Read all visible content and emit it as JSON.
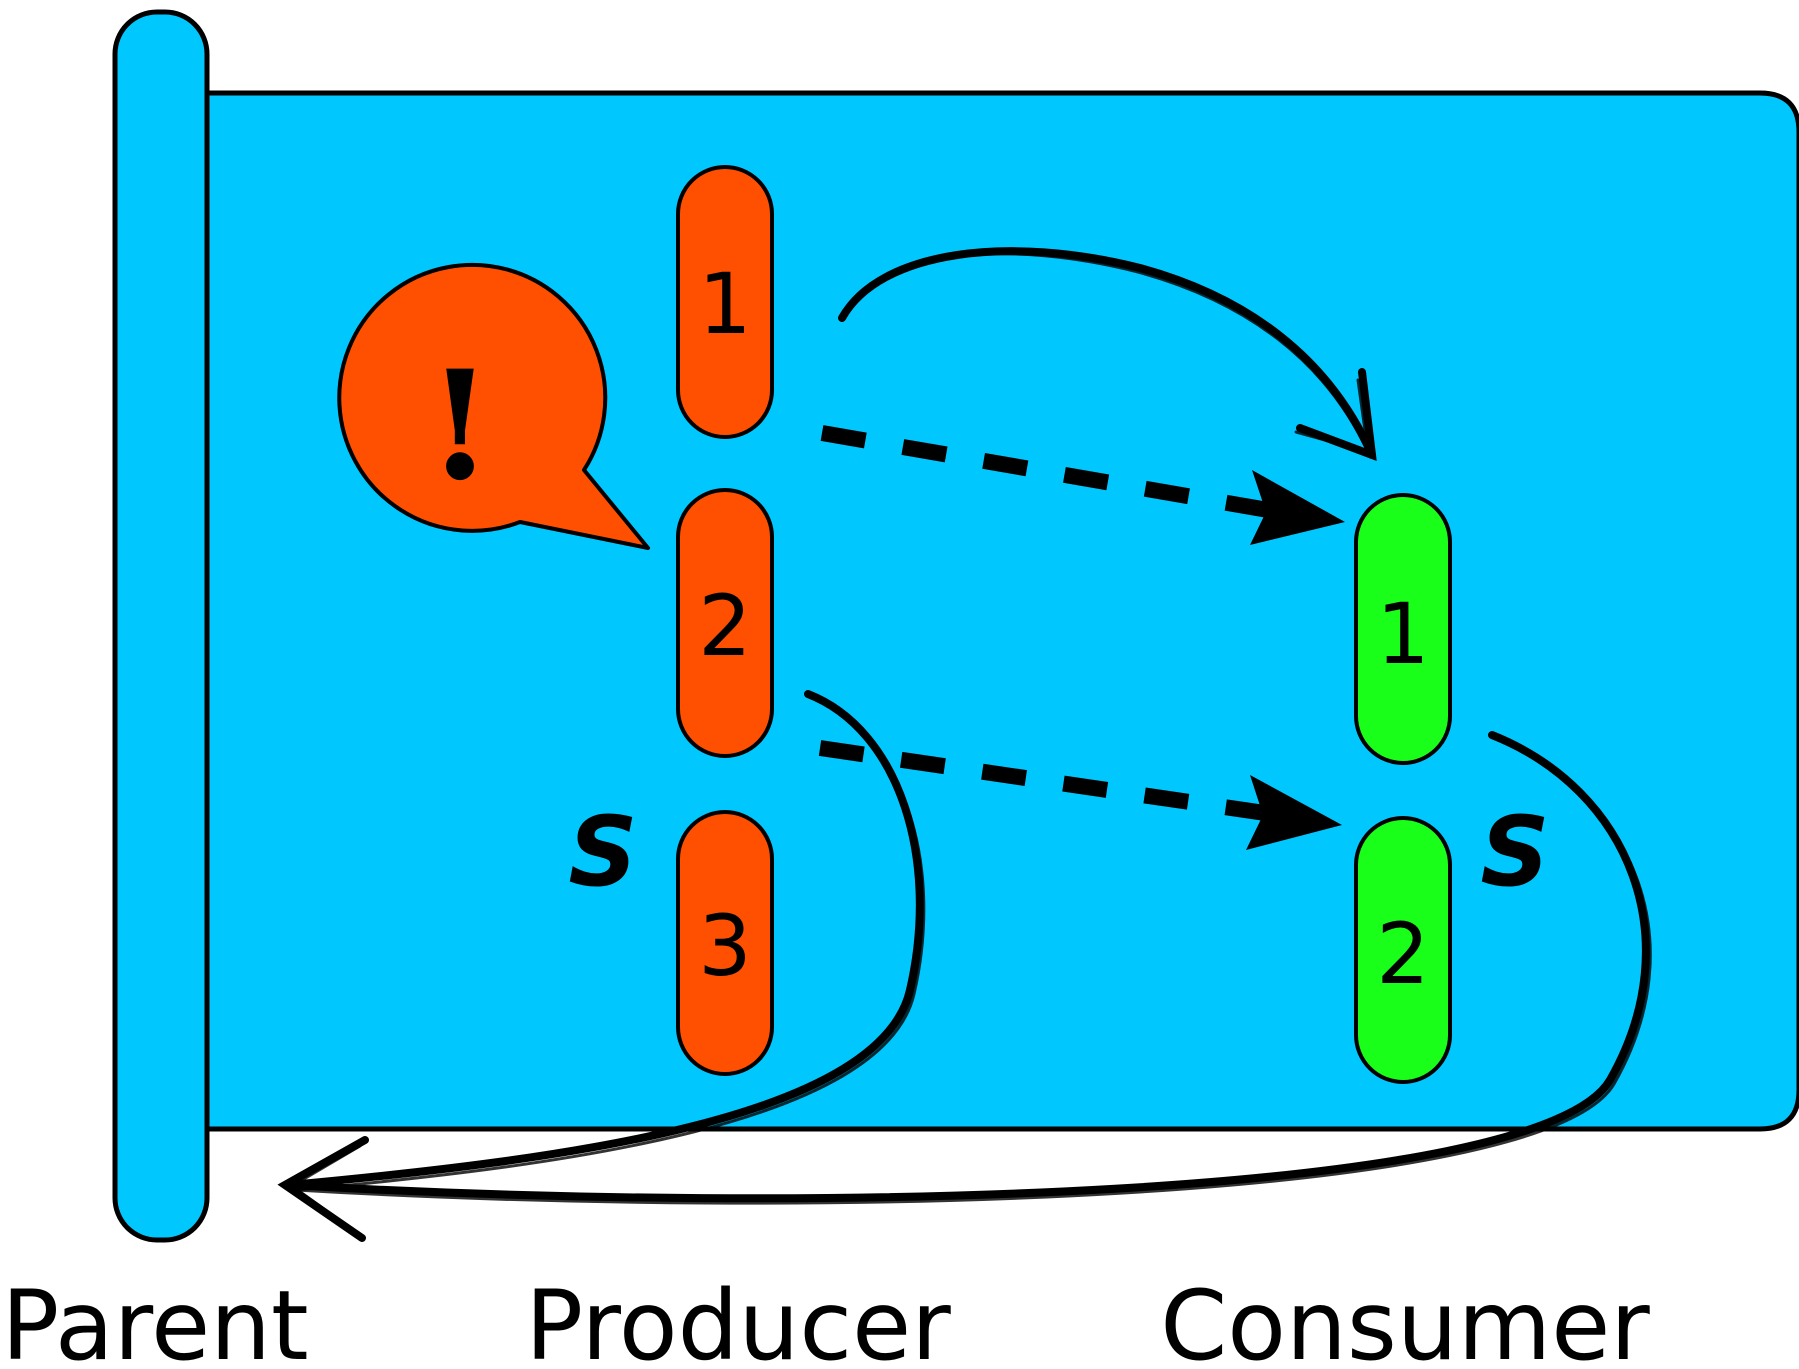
{
  "colors": {
    "background": "#ffffff",
    "supervisor_fill": "#00c8ff",
    "producer_fill": "#ff4f00",
    "consumer_fill": "#1aff1a",
    "alert_fill": "#ff4f00",
    "stroke": "#000000"
  },
  "labels": {
    "parent": "Parent",
    "producer": "Producer",
    "consumer": "Consumer"
  },
  "alert": {
    "symbol": "!",
    "icon": "exclamation-speech-bubble-icon"
  },
  "producer": {
    "items": [
      "1",
      "2",
      "3"
    ],
    "stop_mark": "S"
  },
  "consumer": {
    "items": [
      "1",
      "2"
    ],
    "stop_mark": "S"
  }
}
